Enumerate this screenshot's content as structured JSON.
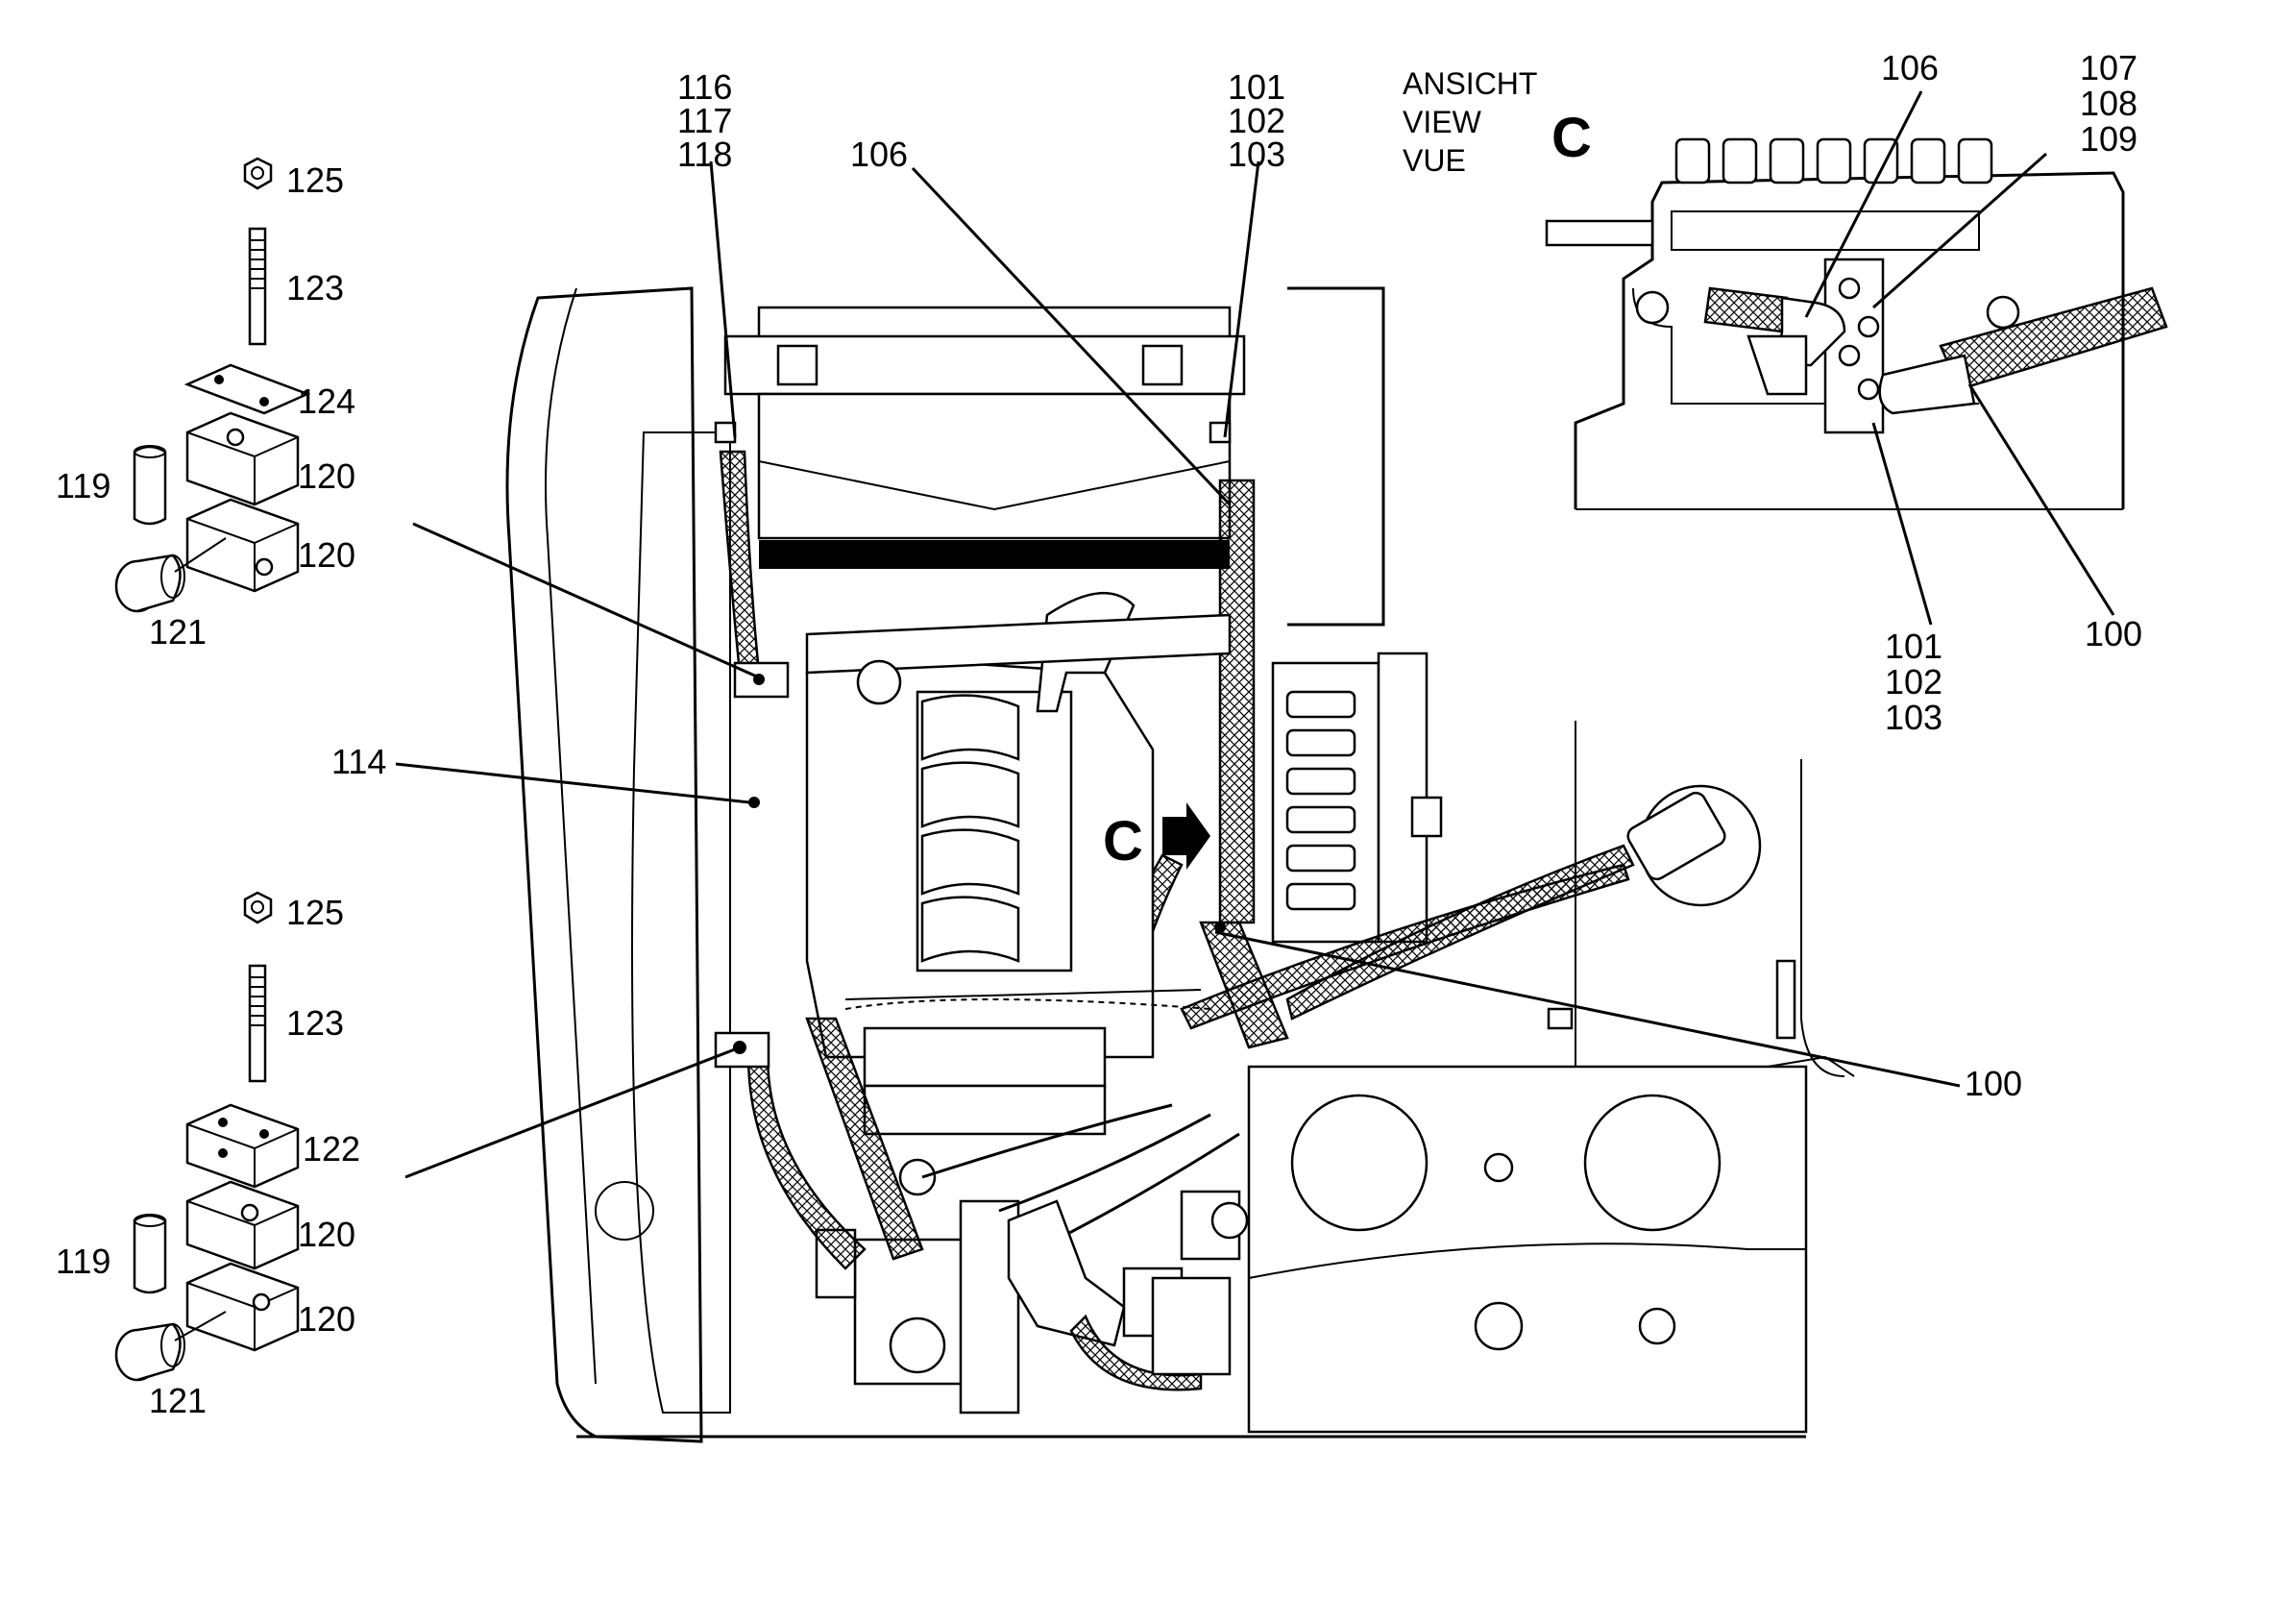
{
  "view_caption": {
    "line1": "ANSICHT",
    "line2": "VIEW",
    "line3": "VUE",
    "letter": "C"
  },
  "view_arrow_letter": "C",
  "callouts": {
    "c116": "116",
    "c117": "117",
    "c118": "118",
    "c101a": "101",
    "c102a": "102",
    "c103a": "103",
    "c106a": "106",
    "c114": "114",
    "c100a": "100",
    "inset_106": "106",
    "inset_107": "107",
    "inset_108": "108",
    "inset_109": "109",
    "inset_101": "101",
    "inset_102": "102",
    "inset_103": "103",
    "inset_100": "100"
  },
  "clamp_top": {
    "c125": "125",
    "c123": "123",
    "c124": "124",
    "c119": "119",
    "c120a": "120",
    "c120b": "120",
    "c121": "121"
  },
  "clamp_bottom": {
    "c125": "125",
    "c123": "123",
    "c122": "122",
    "c119": "119",
    "c120a": "120",
    "c120b": "120",
    "c121": "121"
  }
}
